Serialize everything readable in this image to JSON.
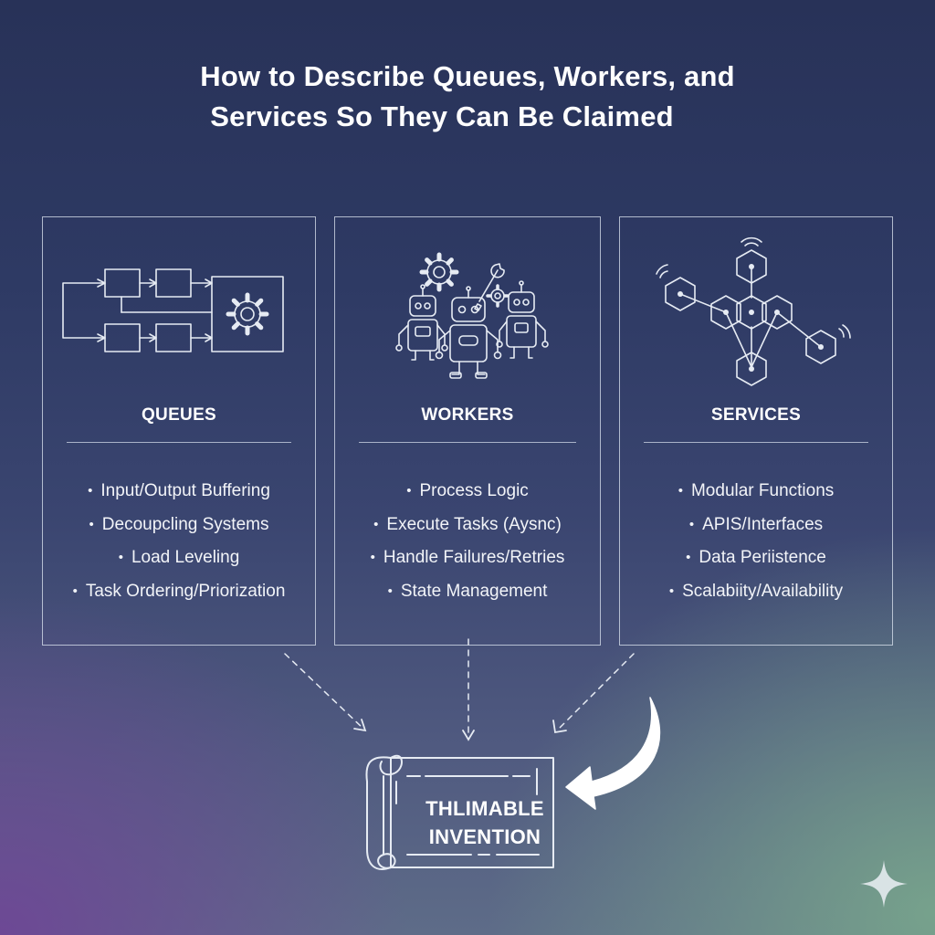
{
  "title": {
    "line1": "How to Describe Queues, Workers, and",
    "line2": "Services So They Can Be Claimed"
  },
  "panels": [
    {
      "heading": "QUEUES",
      "icon": "queue-flow-gear-icon",
      "items": [
        "Input/Output Buffering",
        "Decoupcling Systems",
        "Load Leveling",
        "Task Ordering/Priorization"
      ]
    },
    {
      "heading": "WORKERS",
      "icon": "worker-robots-icon",
      "items": [
        "Process Logic",
        "Execute Tasks (Aysnc)",
        "Handle Failures/Retries",
        "State Management"
      ]
    },
    {
      "heading": "SERVICES",
      "icon": "service-hexagon-network-icon",
      "items": [
        "Modular Functions",
        "APIS/Interfaces",
        "Data Periistence",
        "Scalabiity/Availability"
      ]
    }
  ],
  "result": {
    "icon": "scroll-document-icon",
    "line1": "THLIMABLE",
    "line2": "INVENTION"
  },
  "colors": {
    "line": "#e6ebf3",
    "background_top": "#283258",
    "background_bottom_left": "#6e4696",
    "background_bottom_right": "#78a58c"
  },
  "decor": {
    "corner_icon": "sparkle-icon"
  }
}
